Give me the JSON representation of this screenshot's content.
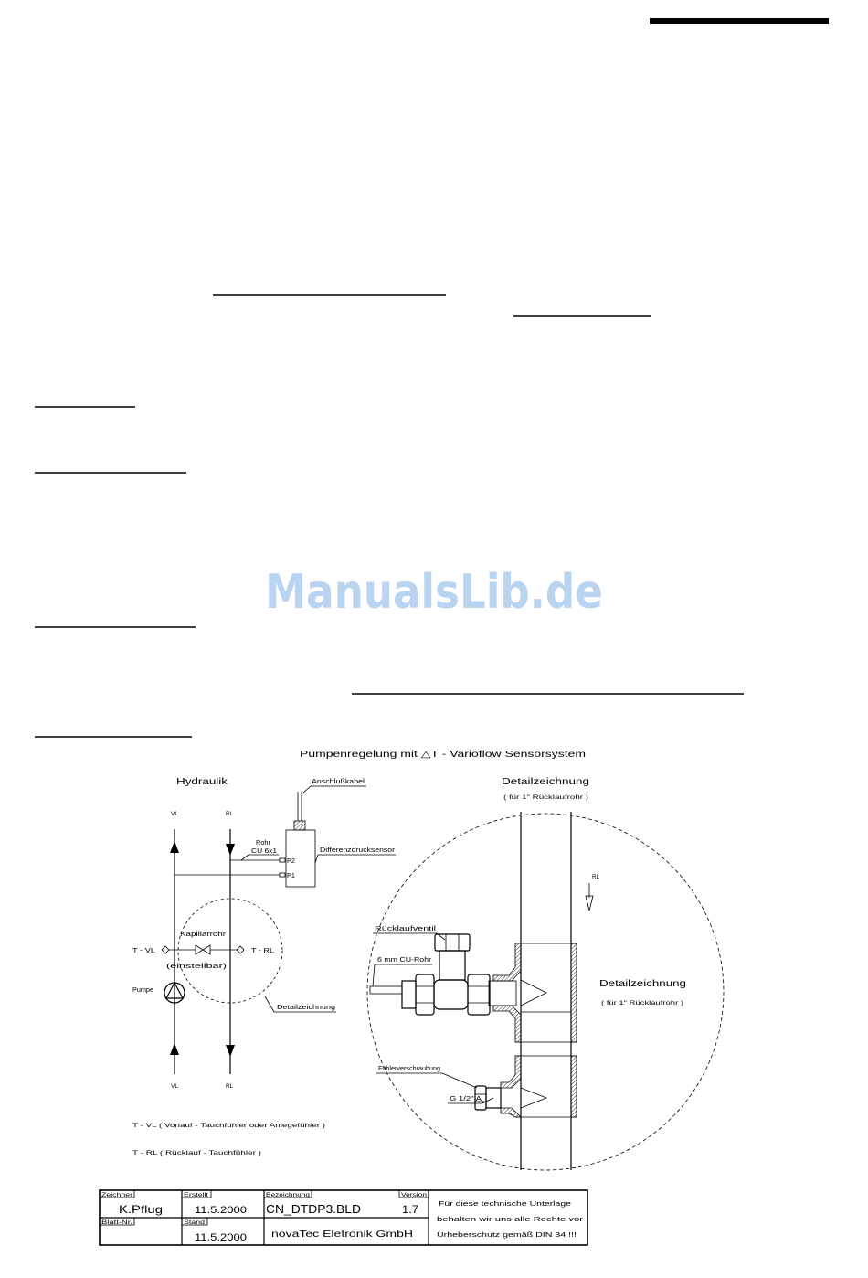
{
  "colors": {
    "ink": "#000000",
    "watermark": "#b9d4f1"
  },
  "watermark": "ManualsLib.de",
  "drawing": {
    "title": "Pumpenregelung mit  △T - Varioflow Sensorsystem",
    "hydraulik": {
      "heading": "Hydraulik",
      "vl_top": "VL",
      "rl_top": "RL",
      "vl_bottom": "VL",
      "rl_bottom": "RL",
      "anschlusskabel": "Anschlußkabel",
      "rohr": "Rohr",
      "rohr_spec": "CU 6x1",
      "p2": "P2",
      "p1": "P1",
      "sensor": "Differenzdrucksensor",
      "kapillarrohr": "Kapillarrohr",
      "einstellbar": "(einstellbar)",
      "t_vl": "T - VL",
      "t_rl": "T - RL",
      "pumpe": "Pumpe",
      "detail_ref": "Detailzeichnung"
    },
    "legend": [
      "T - VL  ( Vorlauf - Tauchfühler oder Anlegefühler )",
      "T - RL  ( Rücklauf - Tauchfühler )"
    ],
    "detail": {
      "heading": "Detailzeichnung",
      "subheading": "( für 1\" Rücklaufrohr )",
      "rl": "RL",
      "ruecklaufventil": "Rücklaufventil",
      "cu_rohr": "6 mm CU-Rohr",
      "inner_heading": "Detailzeichnung",
      "inner_subheading": "( für 1\" Rücklaufrohr )",
      "fuehlerverschraubung": "Fühlerverschraubung",
      "gewinde": "G 1/2\" A"
    }
  },
  "title_block": {
    "zeichner_label": "Zeichner",
    "zeichner": "K.Pflug",
    "erstellt_label": "Erstellt",
    "erstellt": "11.5.2000",
    "bezeichnung_label": "Bezeichnung",
    "bezeichnung": "CN_DTDP3.BLD",
    "version_label": "Version",
    "version": "1.7",
    "blatt_label": "Blatt-Nr.",
    "stand_label": "Stand",
    "stand": "11.5.2000",
    "firma": "novaTec Eletronik GmbH",
    "copyright": [
      "Für diese technische Unterlage",
      "behalten wir uns alle Rechte vor",
      "Urheberschutz gemäß DIN 34 !!!"
    ]
  }
}
